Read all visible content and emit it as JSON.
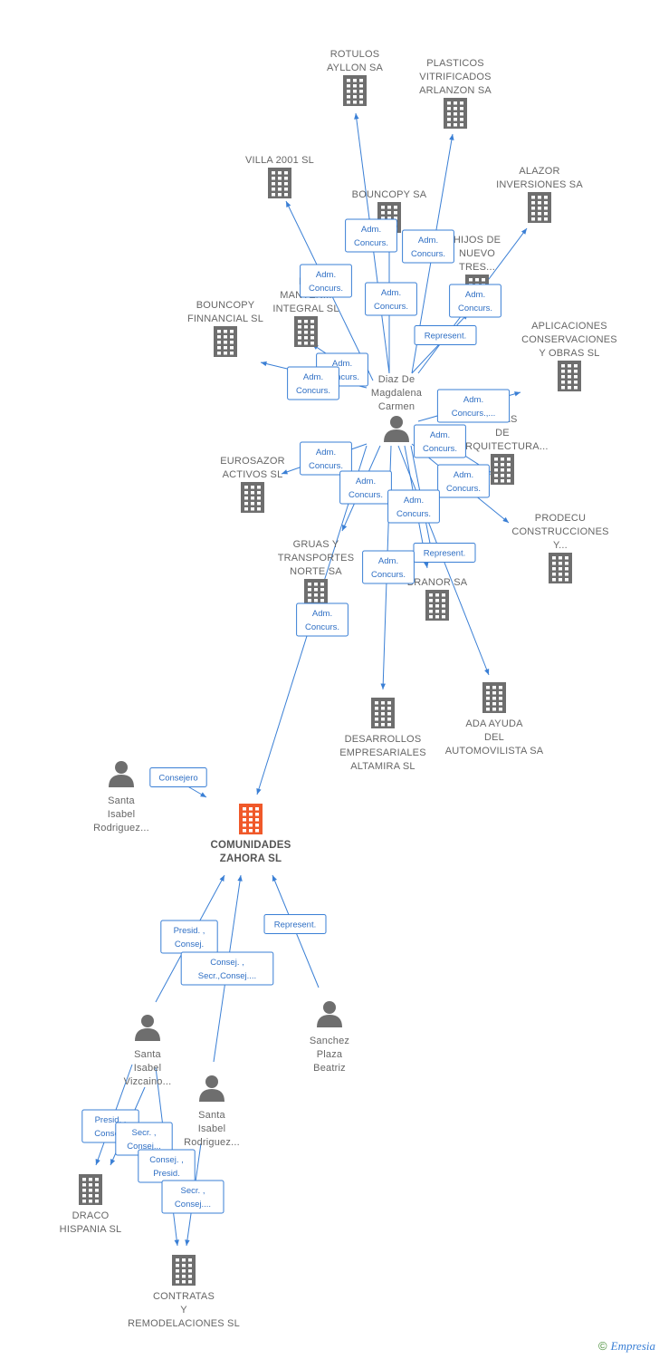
{
  "watermark": {
    "symbol": "©",
    "brand": "Empresia"
  },
  "colors": {
    "edge": "#3a7fd5",
    "node": "#6e6e6e",
    "focus": "#f0592a"
  },
  "nodes": [
    {
      "id": "rotulos",
      "type": "company",
      "lines": [
        "ROTULOS",
        "AYLLON SA"
      ]
    },
    {
      "id": "plasticos",
      "type": "company",
      "lines": [
        "PLASTICOS",
        "VITRIFICADOS",
        "ARLANZON SA"
      ]
    },
    {
      "id": "villa2001",
      "type": "company",
      "lines": [
        "VILLA 2001 SL"
      ]
    },
    {
      "id": "bouncopy",
      "type": "company",
      "lines": [
        "BOUNCOPY SA"
      ]
    },
    {
      "id": "alazor",
      "type": "company",
      "lines": [
        "ALAZOR",
        "INVERSIONES SA"
      ]
    },
    {
      "id": "hijos",
      "type": "company",
      "lines": [
        "HIJOS DE",
        "NUEVO",
        "TRES..."
      ]
    },
    {
      "id": "lmant",
      "type": "company",
      "lines": [
        "L...",
        "MANTEN...",
        "INTEGRAL SL"
      ]
    },
    {
      "id": "bouncopyfin",
      "type": "company",
      "lines": [
        "BOUNCOPY",
        "FINNANCIAL SL"
      ]
    },
    {
      "id": "aplicaciones",
      "type": "company",
      "lines": [
        "APLICACIONES",
        "CONSERVACIONES",
        "Y OBRAS  SL"
      ]
    },
    {
      "id": "diaz",
      "type": "person",
      "lines": [
        "Diaz De",
        "Magdalena",
        "Carmen"
      ]
    },
    {
      "id": "tecnicas",
      "type": "company",
      "lines": [
        "...CAS",
        "DE",
        "...RQUITECTURA..."
      ]
    },
    {
      "id": "eurosazor",
      "type": "company",
      "lines": [
        "EUROSAZOR",
        "ACTIVOS SL"
      ]
    },
    {
      "id": "prodecu",
      "type": "company",
      "lines": [
        "PRODECU",
        "CONSTRUCCIONES",
        "Y..."
      ]
    },
    {
      "id": "gruas",
      "type": "company",
      "lines": [
        "GRUAS Y",
        "TRANSPORTES",
        "NORTE SA"
      ]
    },
    {
      "id": "branor",
      "type": "company",
      "lines": [
        "BRANOR SA"
      ]
    },
    {
      "id": "desarrollos",
      "type": "company",
      "lines": [
        "DESARROLLOS",
        "EMPRESARIALES",
        "ALTAMIRA SL"
      ]
    },
    {
      "id": "adaayuda",
      "type": "company",
      "lines": [
        "ADA AYUDA",
        "DEL",
        "AUTOMOVILISTA SA"
      ]
    },
    {
      "id": "santa_isabel_r1",
      "type": "person",
      "lines": [
        "Santa",
        "Isabel",
        "Rodriguez..."
      ]
    },
    {
      "id": "comunidades",
      "type": "company",
      "focus": true,
      "lines": [
        "COMUNIDADES",
        "ZAHORA SL"
      ]
    },
    {
      "id": "santa_isabel_v",
      "type": "person",
      "lines": [
        "Santa",
        "Isabel",
        "Vizcaino..."
      ]
    },
    {
      "id": "sanchez",
      "type": "person",
      "lines": [
        "Sanchez",
        "Plaza",
        "Beatriz"
      ]
    },
    {
      "id": "santa_isabel_r2",
      "type": "person",
      "lines": [
        "Santa",
        "Isabel",
        "Rodriguez..."
      ]
    },
    {
      "id": "draco",
      "type": "company",
      "lines": [
        "DRACO",
        "HISPANIA SL"
      ]
    },
    {
      "id": "contratas",
      "type": "company",
      "lines": [
        "CONTRATAS",
        "Y",
        "REMODELACIONES SL"
      ]
    }
  ],
  "edge_labels": [
    {
      "id": "e-rotulos",
      "lines": [
        "Adm.",
        "Concurs."
      ]
    },
    {
      "id": "e-plasticos",
      "lines": [
        "Adm.",
        "Concurs."
      ]
    },
    {
      "id": "e-villa",
      "lines": [
        "Adm.",
        "Concurs."
      ]
    },
    {
      "id": "e-bouncopy",
      "lines": [
        "Adm.",
        "Concurs."
      ]
    },
    {
      "id": "e-hijos",
      "lines": [
        "Adm.",
        "Concurs."
      ]
    },
    {
      "id": "e-alazor",
      "lines": [
        "Represent."
      ]
    },
    {
      "id": "e-lmant",
      "lines": [
        "Adm.",
        "Concurs."
      ]
    },
    {
      "id": "e-bouncopyfin",
      "lines": [
        "Adm.",
        "Concurs."
      ]
    },
    {
      "id": "e-aplicaciones",
      "lines": [
        "Adm.",
        "Concurs.,..."
      ]
    },
    {
      "id": "e-tecnicas",
      "lines": [
        "Adm.",
        "Concurs."
      ]
    },
    {
      "id": "e-eurosazor",
      "lines": [
        "Adm.",
        "Concurs."
      ]
    },
    {
      "id": "e-gruas",
      "lines": [
        "Adm.",
        "Concurs."
      ]
    },
    {
      "id": "e-prodecu",
      "lines": [
        "Adm.",
        "Concurs."
      ]
    },
    {
      "id": "e-branor1",
      "lines": [
        "Adm.",
        "Concurs."
      ]
    },
    {
      "id": "e-branor2",
      "lines": [
        "Represent."
      ]
    },
    {
      "id": "e-desarrollos",
      "lines": [
        "Adm.",
        "Concurs."
      ]
    },
    {
      "id": "e-comunidades-diaz",
      "lines": [
        "Adm.",
        "Concurs."
      ]
    },
    {
      "id": "e-consejero",
      "lines": [
        "Consejero"
      ]
    },
    {
      "id": "e-presid",
      "lines": [
        "Presid. ,",
        "Consej."
      ]
    },
    {
      "id": "e-consej-secr",
      "lines": [
        "Consej. ,",
        "Secr.,Consej...."
      ]
    },
    {
      "id": "e-represent-sanchez",
      "lines": [
        "Represent."
      ]
    },
    {
      "id": "e-draco1",
      "lines": [
        "Presid. ,",
        "Conse..."
      ]
    },
    {
      "id": "e-draco2",
      "lines": [
        "Secr. ,",
        "Consej..."
      ]
    },
    {
      "id": "e-contratas1",
      "lines": [
        "Consej. ,",
        "Presid."
      ]
    },
    {
      "id": "e-contratas2",
      "lines": [
        "Secr. ,",
        "Consej...."
      ]
    }
  ]
}
